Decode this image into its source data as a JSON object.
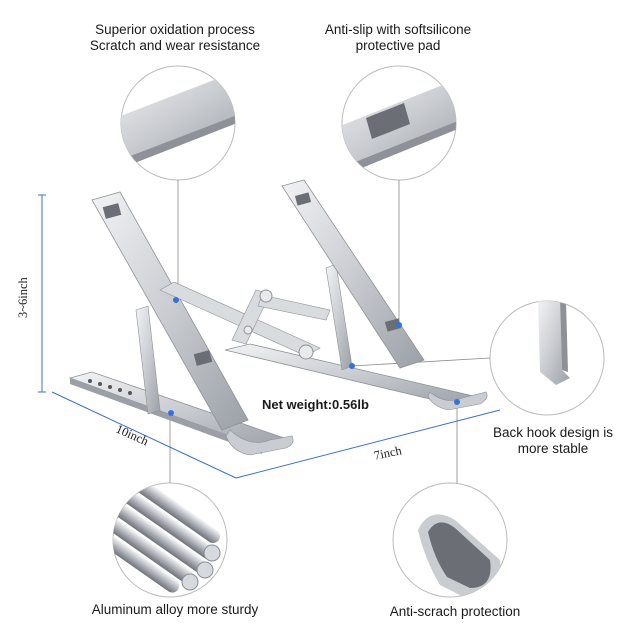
{
  "callouts": {
    "oxidation": {
      "line1": "Superior oxidation process",
      "line2": "Scratch and wear resistance"
    },
    "antislip": {
      "line1": "Anti-slip with softsilicone",
      "line2": "protective pad"
    },
    "hook": {
      "line1": "Back hook design is",
      "line2": "more stable"
    },
    "aluminum": {
      "line1": "Aluminum alloy more sturdy"
    },
    "antiscratch": {
      "line1": "Anti-scrach protection"
    }
  },
  "specs": {
    "weight": "Net weight:0.56lb",
    "height": "3~6inch",
    "width": "10inch",
    "depth": "7inch"
  },
  "colors": {
    "accent": "#3a6fd8",
    "metal": "#c9ccd1",
    "metal_dark": "#8e9298",
    "pad": "#6b6f75"
  }
}
